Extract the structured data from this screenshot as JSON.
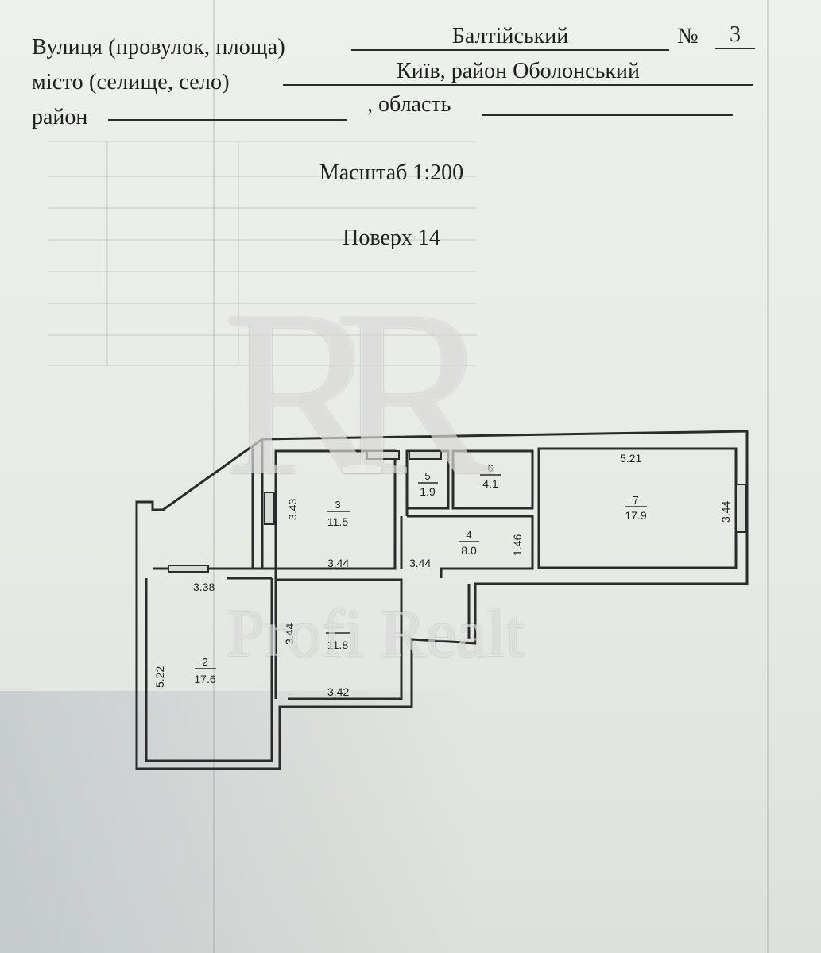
{
  "header": {
    "street_label": "Вулиця (провулок, площа)",
    "street_value": "Балтійський",
    "number_label": "№",
    "number_value": "3",
    "city_label": "місто (селище, село)",
    "city_value": "Київ, район Оболонський",
    "district_label": "район",
    "region_label": ", область"
  },
  "scale": "Масштаб 1:200",
  "floor": "Поверх 14",
  "rooms": [
    {
      "num": "2",
      "area": "17.6"
    },
    {
      "num": "3",
      "area": "11.5"
    },
    {
      "num": "4",
      "area": "8.0"
    },
    {
      "num": "5",
      "area": "1.9"
    },
    {
      "num": "6",
      "area": "4.1"
    },
    {
      "num": "7",
      "area": "17.9"
    },
    {
      "num": "",
      "area": "11.8"
    }
  ],
  "dimensions": {
    "d_3_43": "3.43",
    "d_3_44_a": "3.44",
    "d_3_44_b": "3.44",
    "d_3_38": "3.38",
    "d_3_44_c": "3.44",
    "d_5_22": "5.22",
    "d_3_42": "3.42",
    "d_1_46": "1.46",
    "d_5_21": "5.21",
    "d_3_44_d": "3.44"
  },
  "watermark": {
    "logo": "RR",
    "text": "Profi Realt"
  }
}
